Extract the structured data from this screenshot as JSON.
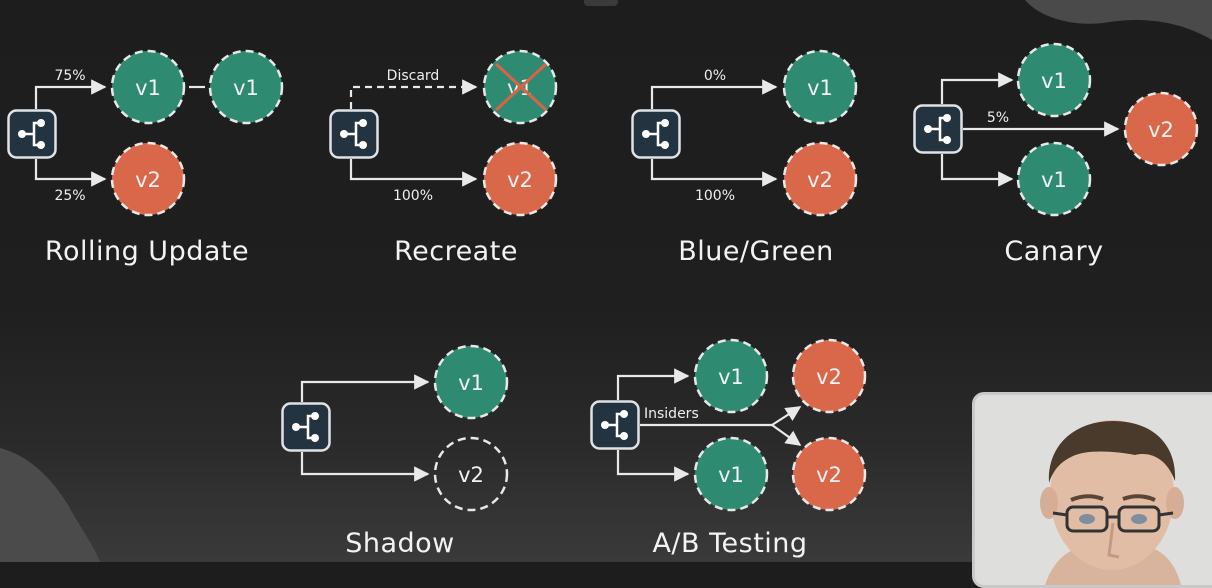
{
  "palette": {
    "green": "#2e8b72",
    "orange": "#d9684a",
    "router": "#233340",
    "stroke": "#e9e9e9"
  },
  "icons": {
    "router": "share-branch-icon"
  },
  "strategies": {
    "rolling": {
      "title": "Rolling Update",
      "top_percent": "75%",
      "bottom_percent": "25%",
      "node_a": "v1",
      "node_b": "v1",
      "node_c": "v2"
    },
    "recreate": {
      "title": "Recreate",
      "discard_label": "Discard",
      "percent": "100%",
      "old_node": "v1",
      "new_node": "v2"
    },
    "bluegreen": {
      "title": "Blue/Green",
      "top_percent": "0%",
      "bottom_percent": "100%",
      "blue_node": "v1",
      "green_node": "v2"
    },
    "canary": {
      "title": "Canary",
      "percent": "5%",
      "top_node": "v1",
      "bottom_node": "v1",
      "canary_node": "v2"
    },
    "shadow": {
      "title": "Shadow",
      "live_node": "v1",
      "shadow_node": "v2"
    },
    "ab": {
      "title": "A/B Testing",
      "insiders_label": "Insiders",
      "v1_top": "v1",
      "v1_bottom": "v1",
      "v2_top": "v2",
      "v2_bottom": "v2"
    }
  }
}
